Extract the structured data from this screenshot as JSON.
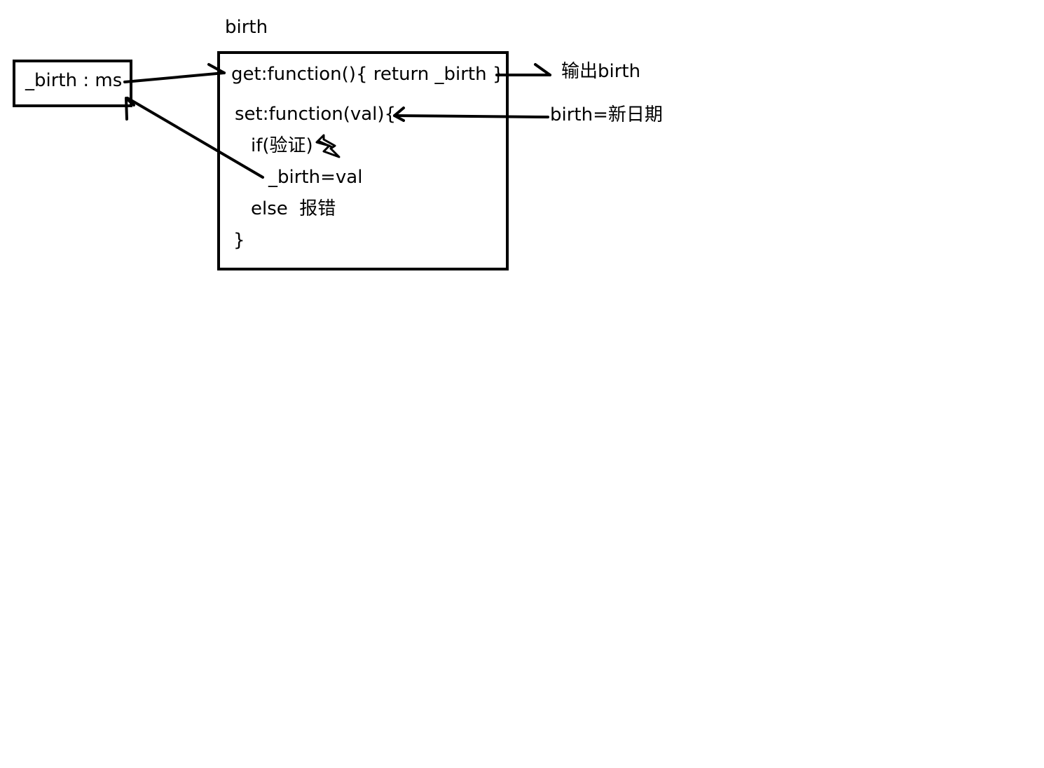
{
  "diagram": {
    "object_title": "birth",
    "left_box_text": "_birth : ms",
    "code_lines": {
      "get": "get:function(){ return _birth }",
      "set": "set:function(val){",
      "if": "if(验证)",
      "assign": "_birth=val",
      "else": "else  报错",
      "close": "}"
    },
    "output_label": "输出birth",
    "input_label": "birth=新日期"
  },
  "colors": {
    "ink": "#000000",
    "background": "#ffffff"
  },
  "icons": {
    "lightning": "lightning-icon"
  }
}
